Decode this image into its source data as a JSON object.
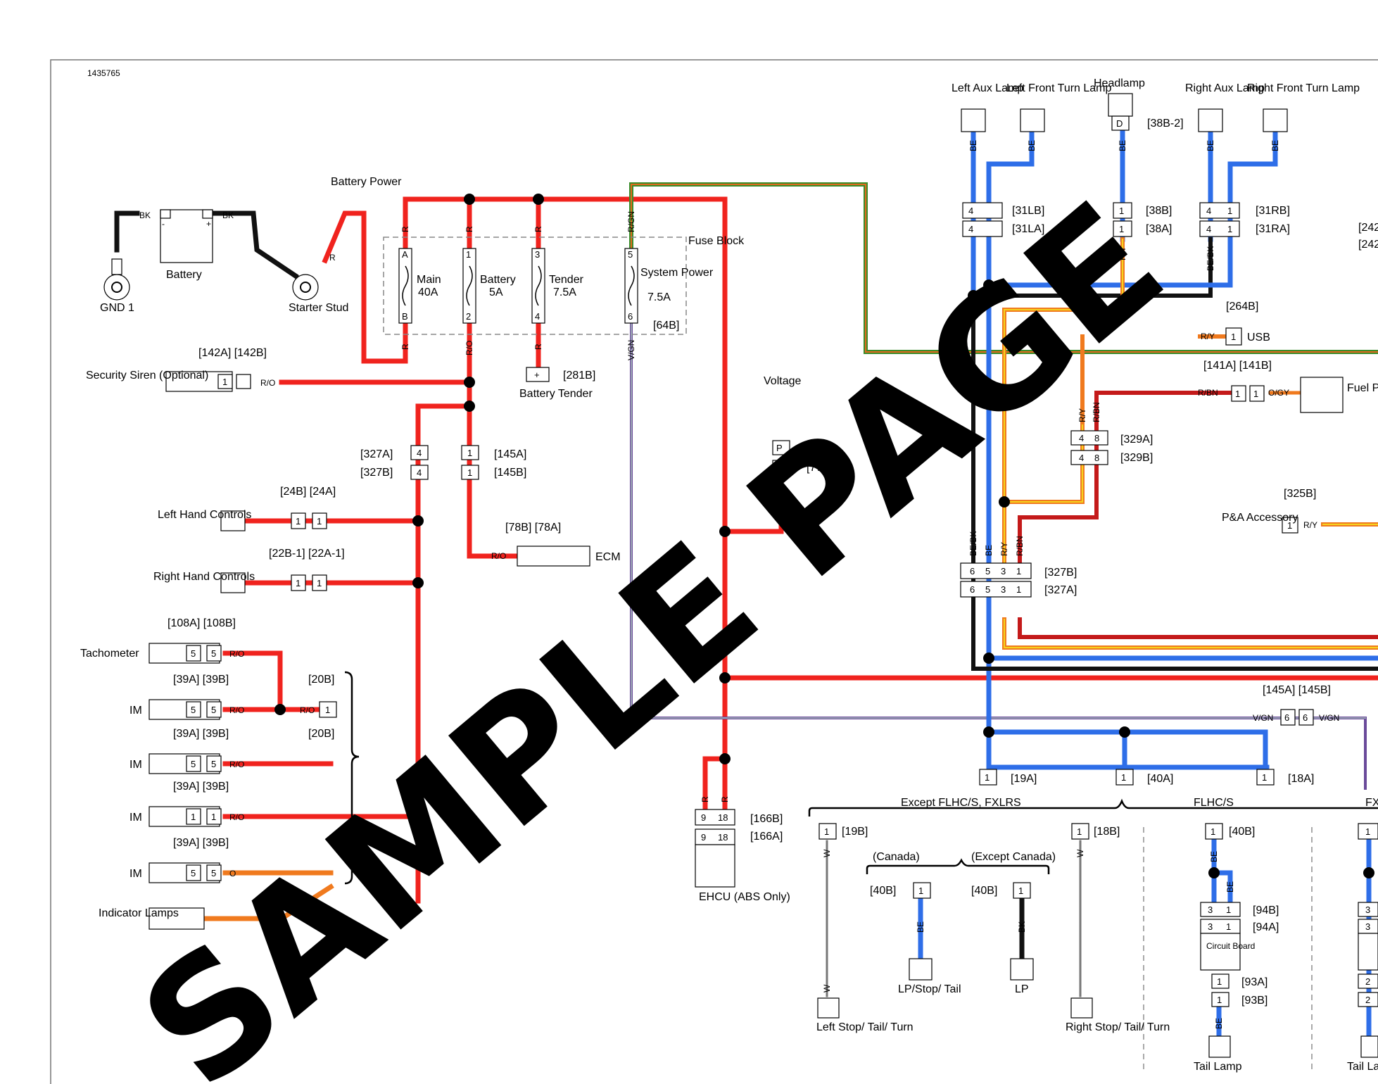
{
  "doc_id": "1435765",
  "colors": {
    "red": "#f0231e",
    "blue": "#2e6ee8",
    "black": "#111111",
    "orange": "#f07a1e",
    "yellow": "#f5d31e",
    "green": "#3a8c2a",
    "gray": "#9aa4b4",
    "purple": "#6a4a9a"
  },
  "watermark": "SAMPLE PAGE",
  "labels": {
    "battery_power": "Battery Power",
    "battery": "Battery",
    "gnd1": "GND 1",
    "starter_stud": "Starter Stud",
    "fuse_block": "Fuse Block",
    "main": "Main",
    "main_rating": "40A",
    "battery_fuse": "Battery",
    "battery_fuse_rating": "5A",
    "tender": "Tender",
    "tender_rating": "7.5A",
    "system_power": "System Power",
    "system_power_rating": "7.5A",
    "fb_conn": "[64B]",
    "battery_tender": "Battery Tender",
    "battery_tender_conn": "[281B]",
    "security_siren": "Security Siren (Optional)",
    "c142": "[142A] [142B]",
    "c327a": "[327A]",
    "c327b": "[327B]",
    "c145a": "[145A]",
    "c145b": "[145B]",
    "left_hand": "Left Hand Controls",
    "right_hand": "Right Hand Controls",
    "c24": "[24B] [24A]",
    "c22": "[22B-1] [22A-1]",
    "c78": "[78B] [78A]",
    "ecm": "ECM",
    "tachometer": "Tachometer",
    "c108": "[108A] [108B]",
    "im": "IM",
    "c39": "[39A] [39B]",
    "c20b": "[20B]",
    "indicator_lamps": "Indicator Lamps",
    "voltage": "Voltage",
    "c77a": "[77A]",
    "c77b": "[77B]",
    "ehcu": "EHCU (ABS Only)",
    "c166b": "[166B]",
    "c166a": "[166A]",
    "left_aux": "Left Aux Lamp",
    "left_front_turn": "Left Front Turn Lamp",
    "headlamp": "Headlamp",
    "right_aux": "Right Aux Lamp",
    "right_front_turn": "Right Front Turn Lamp",
    "c38b2": "[38B-2]",
    "c31lb": "[31LB]",
    "c31la": "[31LA]",
    "c38b": "[38B]",
    "c38a": "[38A]",
    "c31rb": "[31RB]",
    "c31ra": "[31RA]",
    "c242": "[242",
    "c264b": "[264B]",
    "usb": "USB",
    "c141": "[141A] [141B]",
    "fuel_pump": "Fuel Pump",
    "c329a": "[329A]",
    "c329b": "[329B]",
    "c325b": "[325B]",
    "pa_accessory": "P&A Accessory",
    "c327b2": "[327B]",
    "c327a2": "[327A]",
    "c145ab": "[145A] [145B]",
    "c19a": "[19A]",
    "c40a": "[40A]",
    "c18a": "[18A]",
    "except_flhcs": "Except FLHC/S, FXLRS",
    "flhcs": "FLHC/S",
    "fx": "FX",
    "c19b": "[19B]",
    "c18b": "[18B]",
    "c40b": "[40B]",
    "canada": "(Canada)",
    "except_canada": "(Except Canada)",
    "lp_stop_tail": "LP/Stop/ Tail",
    "lp": "LP",
    "left_stop": "Left Stop/ Tail/ Turn",
    "right_stop": "Right Stop/ Tail/ Turn",
    "c94b": "[94B]",
    "c94a": "[94A]",
    "circuit_board": "Circuit Board",
    "c93a": "[93A]",
    "c93b": "[93B]",
    "tail_lamp": "Tail Lamp",
    "tail_la": "Tail La"
  },
  "wire_codes": {
    "r": "R",
    "ro": "R/O",
    "bk": "BK",
    "be": "BE",
    "rgn": "R/GN",
    "vgn": "V/GN",
    "ry": "R/Y",
    "rbn": "R/BN",
    "ogy": "O/GY",
    "bebk": "BE/BK",
    "w": "W",
    "o": "O"
  }
}
